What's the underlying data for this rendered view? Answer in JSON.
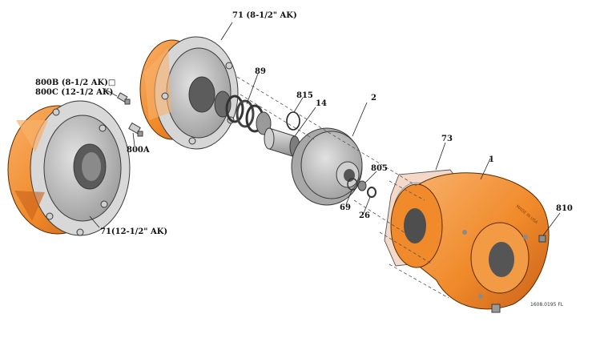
{
  "callouts": {
    "p71_small": "71 (8-1/2\" AK)",
    "p800b": "800B (8-1/2 AK)□",
    "p800c": "800C (12-1/2 AK)",
    "p89": "89",
    "p815": "815",
    "p14": "14",
    "p2": "2",
    "p73": "73",
    "p1": "1",
    "p805": "805",
    "p810": "810",
    "p800a": "800A",
    "p69": "69",
    "p26": "26",
    "p71_large": "71(12-1/2\" AK)"
  },
  "figure_number": "1608.0195 FL",
  "casting_mark": "MADE IN USA",
  "colors": {
    "orange": "#f08a2a",
    "orange_dark": "#c9611a",
    "orange_light": "#f8b06a",
    "gray_face": "#b9b9b9",
    "gray_dark": "#7a7a7a",
    "gasket": "#f5d9c8"
  }
}
